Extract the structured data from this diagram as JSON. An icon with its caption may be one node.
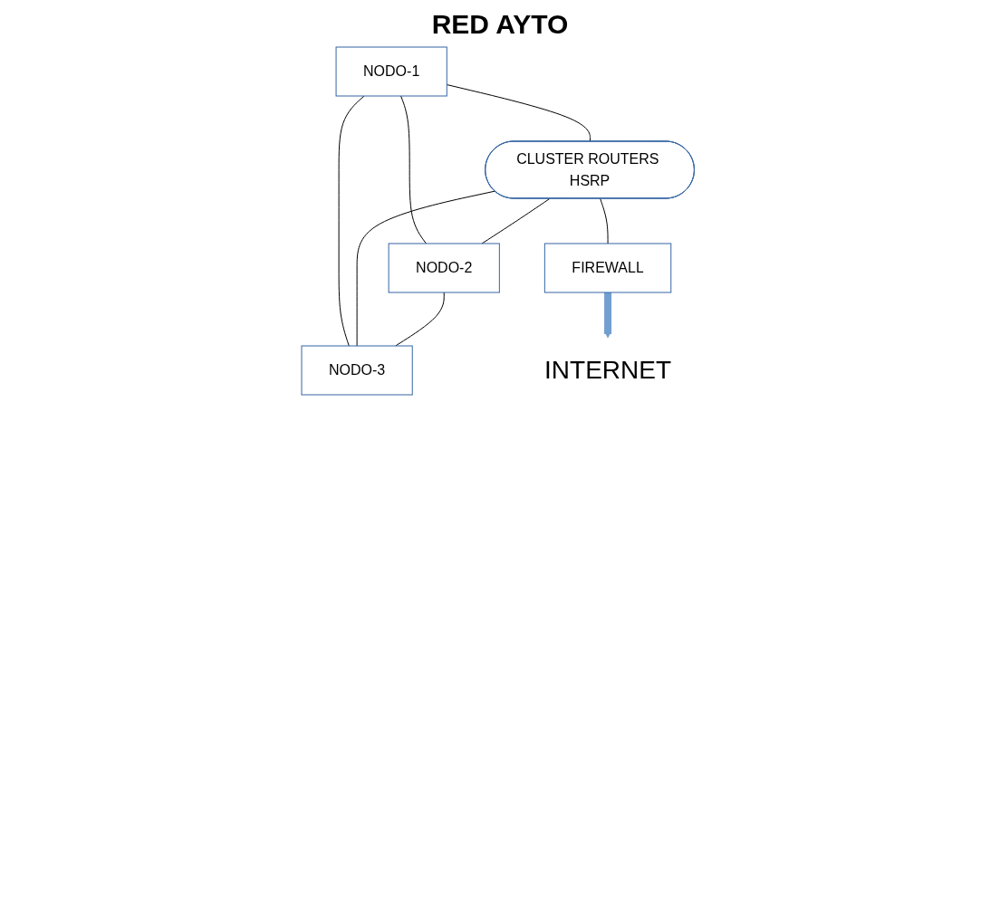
{
  "diagram": {
    "nodes": [
      {
        "text": [
          "NODO-1"
        ]
      },
      {
        "text": [
          "CLUSTER ROUTERS HSRP"
        ]
      },
      {
        "text": [
          "NODO-2"
        ]
      },
      {
        "text": [
          "NODO-3"
        ]
      },
      {
        "text": [
          "FIREWALL"
        ]
      },
      {
        "text": [
          "INTERNET"
        ]
      }
    ],
    "edges": [
      {
        "from": 0,
        "to": 1,
        "arrow": "none"
      },
      {
        "from": 0,
        "to": 2,
        "arrow": "none"
      },
      {
        "from": 0,
        "to": 3,
        "arrow": "none"
      },
      {
        "from": 1,
        "to": 2,
        "arrow": "none"
      },
      {
        "from": 1,
        "to": 3,
        "arrow": "none"
      },
      {
        "from": 2,
        "to": 3,
        "arrow": "none"
      },
      {
        "from": 1,
        "to": 4,
        "arrow": "none"
      },
      {
        "from": 4,
        "to": 5,
        "arrow": "to",
        "style": "thick",
        "color": "#729fcf"
      }
    ],
    "labels": [
      "RED AYTO"
    ]
  }
}
